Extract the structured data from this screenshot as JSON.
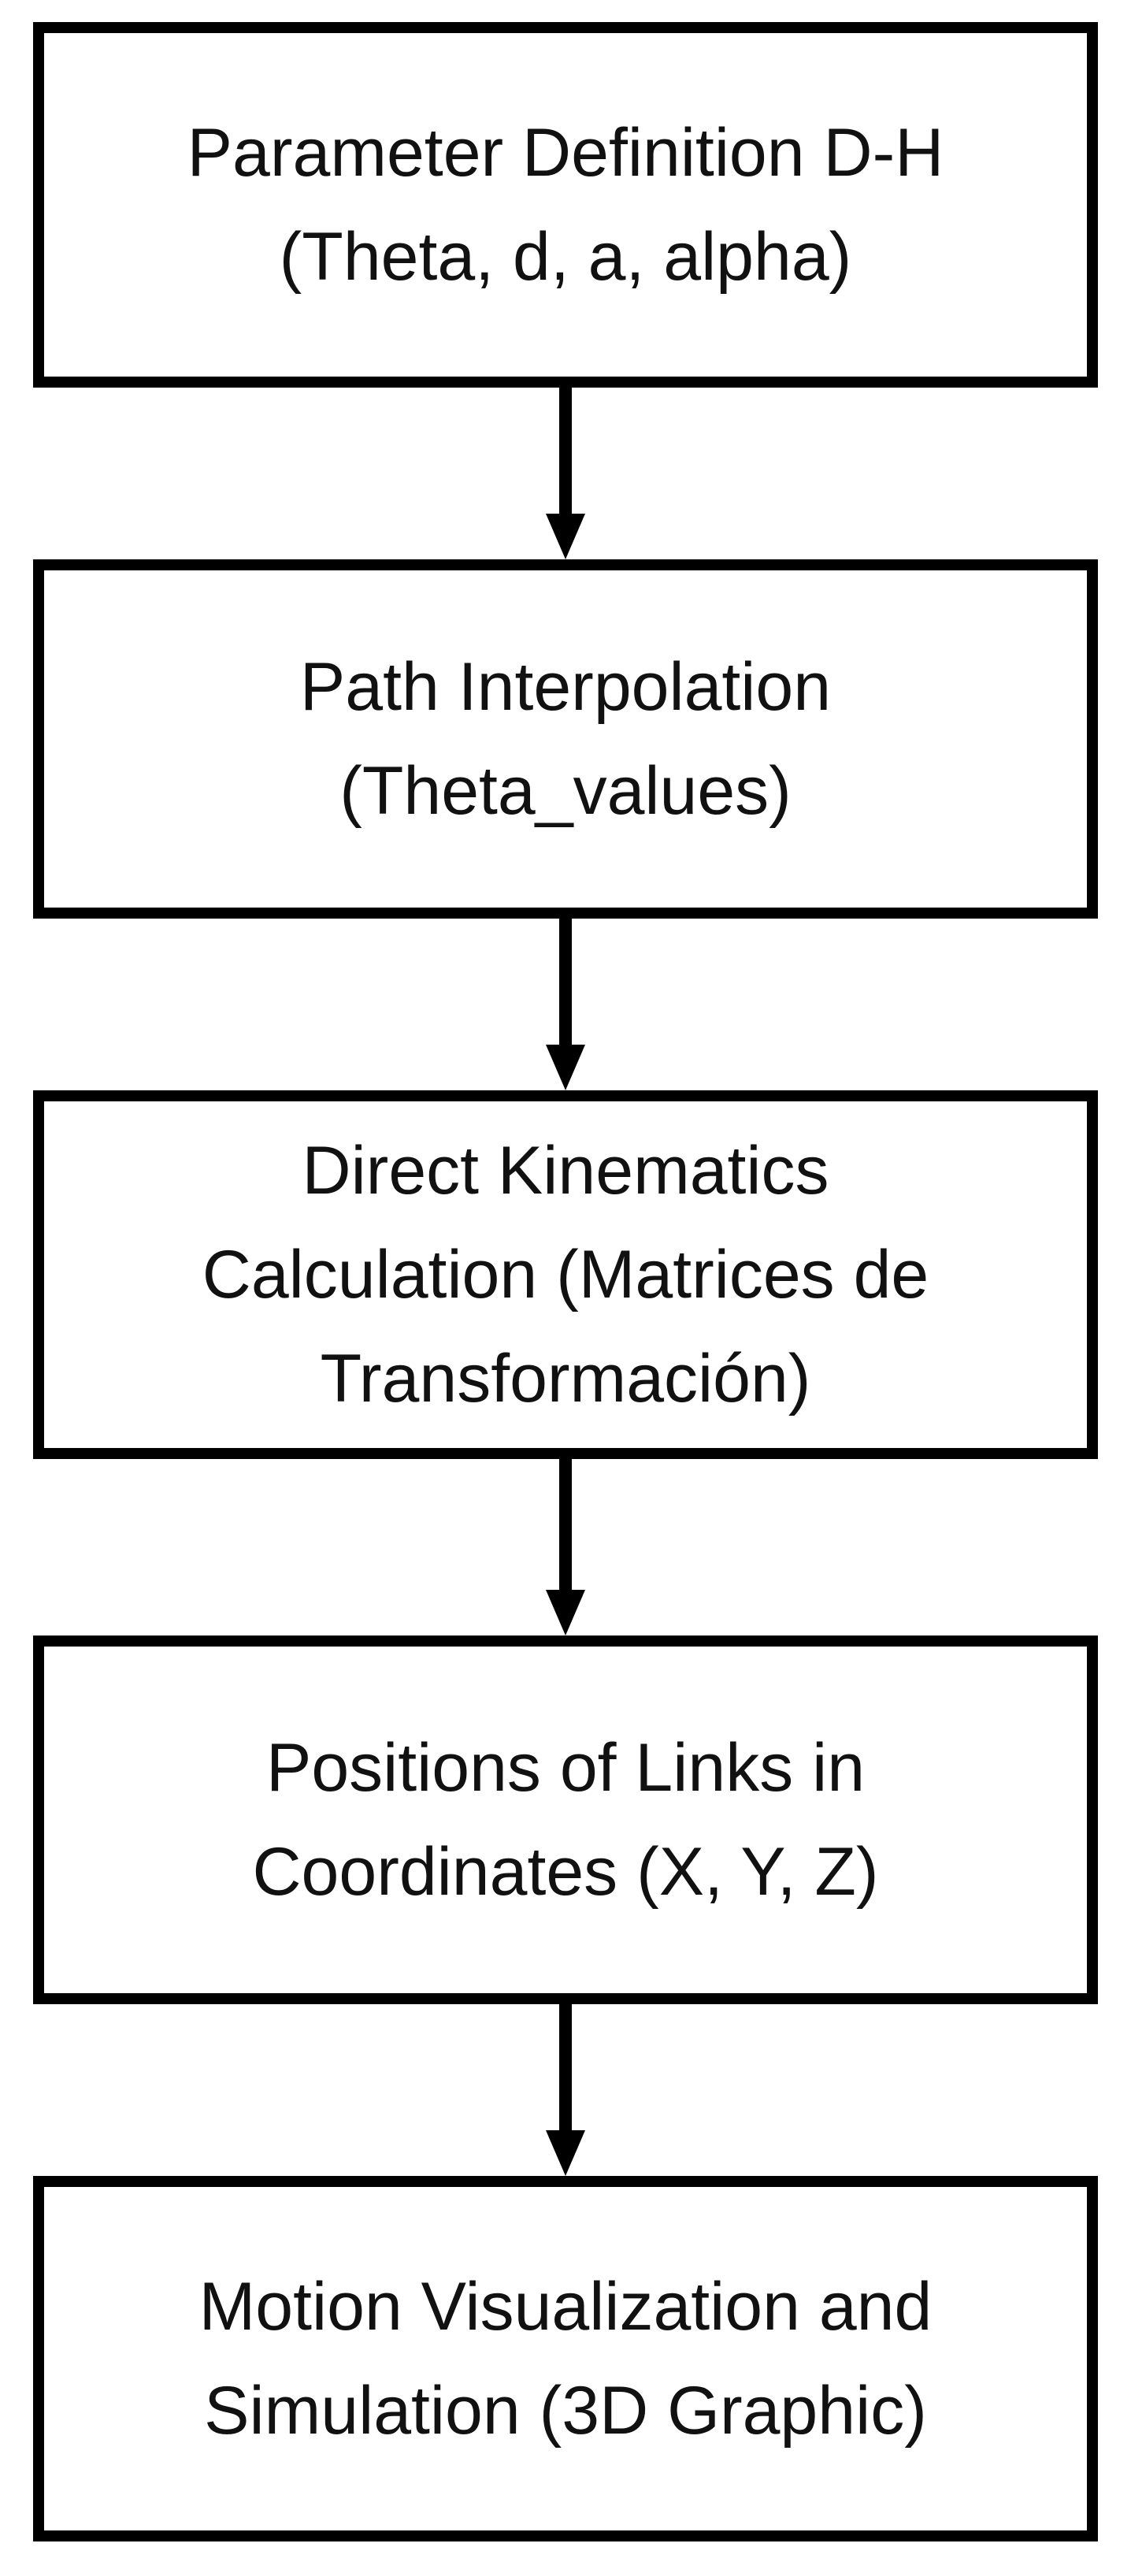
{
  "diagram": {
    "type": "flowchart",
    "direction": "top-to-bottom",
    "box_border_color": "#000000",
    "arrow_color": "#000000",
    "steps": [
      {
        "line1": "Parameter Definition D-H",
        "line2": "(Theta, d, a, alpha)"
      },
      {
        "line1": "Path Interpolation",
        "line2": "(Theta_values)"
      },
      {
        "line1": "Direct Kinematics",
        "line2": "Calculation (Matrices de",
        "line3": "Transformación)"
      },
      {
        "line1": "Positions of Links in",
        "line2": "Coordinates (X, Y, Z)"
      },
      {
        "line1": "Motion Visualization and",
        "line2": "Simulation (3D Graphic)"
      }
    ],
    "connections": [
      {
        "from": "step-1",
        "to": "step-2"
      },
      {
        "from": "step-2",
        "to": "step-3"
      },
      {
        "from": "step-3",
        "to": "step-4"
      },
      {
        "from": "step-4",
        "to": "step-5"
      }
    ]
  }
}
